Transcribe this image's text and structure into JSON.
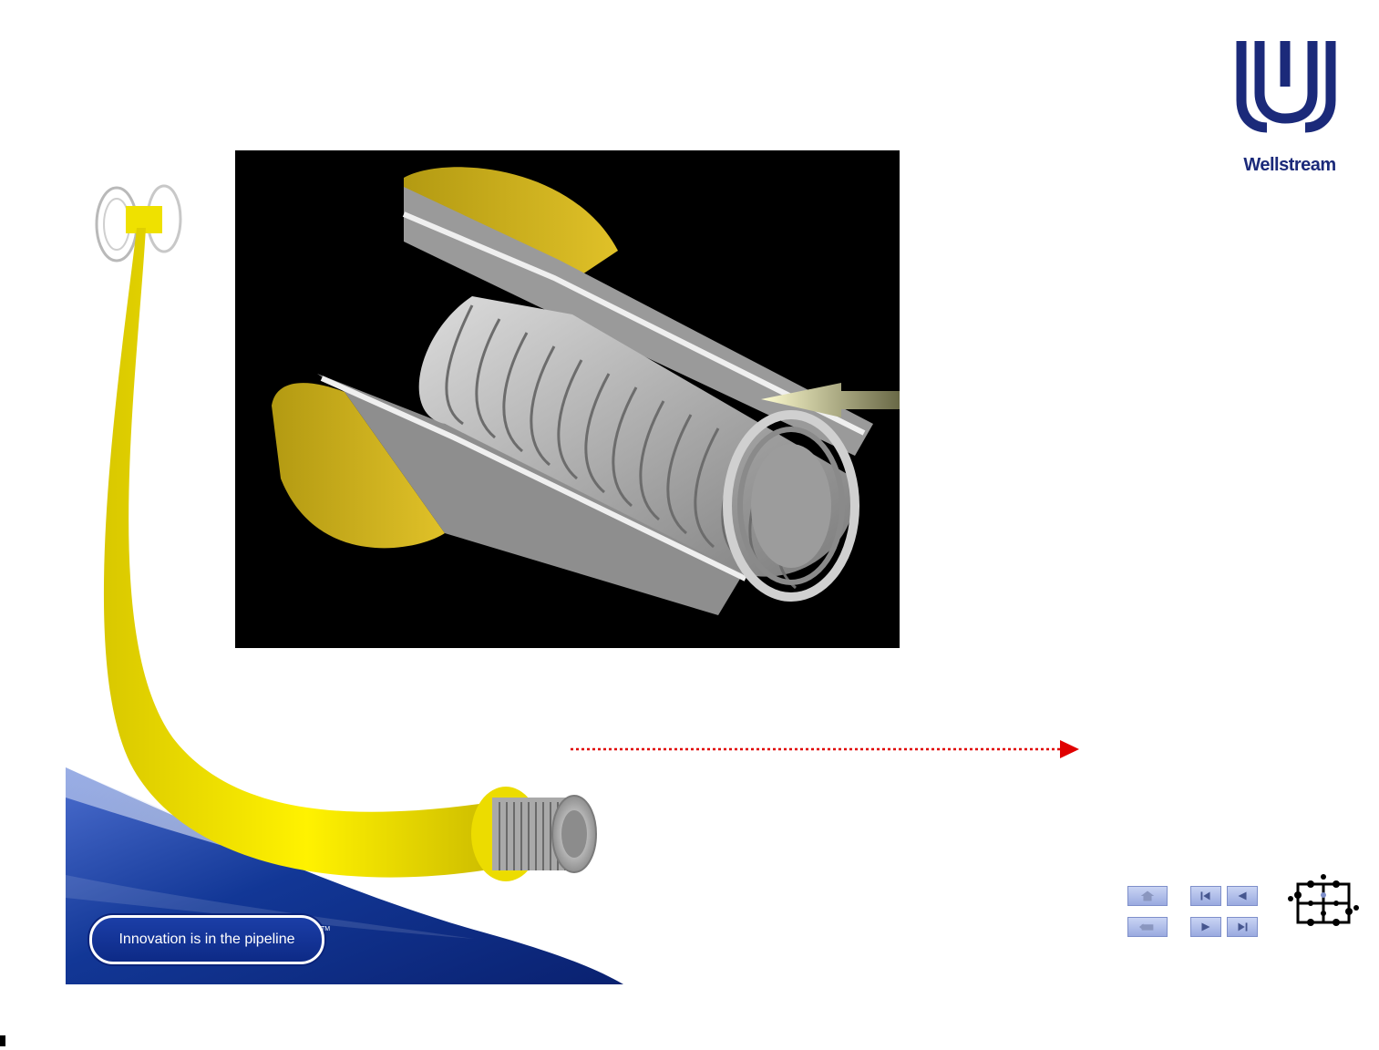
{
  "logo": {
    "text": "Wellstream",
    "color": "#1b2a7a"
  },
  "tagline": {
    "text": "Innovation is in the pipeline",
    "trademark": "TM"
  },
  "colors": {
    "pipe_yellow": "#f2e300",
    "swoosh_blue": "#0d2a86",
    "arrow_red": "#e00000",
    "nav_button": "#aab8e8"
  },
  "nav": {
    "buttons": [
      {
        "name": "home",
        "icon": "home-icon"
      },
      {
        "name": "back-return",
        "icon": "return-icon"
      },
      {
        "name": "first",
        "icon": "first-icon"
      },
      {
        "name": "previous",
        "icon": "previous-icon"
      },
      {
        "name": "next",
        "icon": "next-icon"
      },
      {
        "name": "last",
        "icon": "last-icon"
      }
    ],
    "extra_icon": "puzzle-icon"
  }
}
